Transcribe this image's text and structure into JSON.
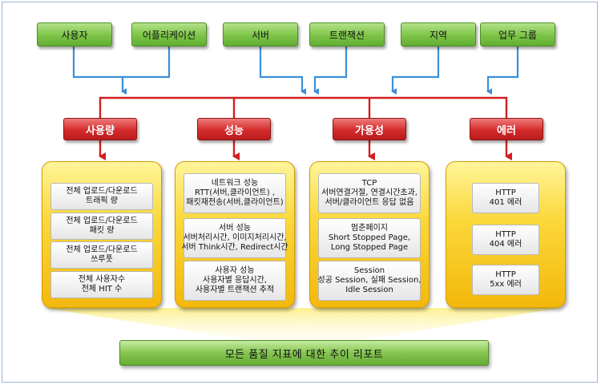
{
  "dimensions": [
    "사용자",
    "어플리케이션",
    "서버",
    "트랜잭션",
    "지역",
    "업무 그룹"
  ],
  "categories": [
    {
      "label": "사용량",
      "cards": [
        [
          "전체 업로드/다운로드",
          "트래픽 량"
        ],
        [
          "전체 업로드/다운로드",
          "패킷 량"
        ],
        [
          "전체 업로드/다운로드",
          "쓰루풋"
        ],
        [
          "전체 사용자수",
          "전체 HIT 수"
        ]
      ]
    },
    {
      "label": "성능",
      "cards": [
        [
          "네트워크 성능",
          "RTT(서버,클라이언트) ,",
          "패킷재전송(서버,클라이언트)"
        ],
        [
          "서버 성능",
          "서버처리시간, 이미지처리시간,",
          "서버 Think시간, Redirect시간"
        ],
        [
          "사용자 성능",
          "사용자별 응답시간,",
          "사용자별 트랜잭션 추적"
        ]
      ]
    },
    {
      "label": "가용성",
      "cards": [
        [
          "TCP",
          "서버연결거절, 연결시간초과,",
          "서버/클라이언트 응답 없음"
        ],
        [
          "멈춘페이지",
          "Short Stopped Page,",
          "Long Stopped Page"
        ],
        [
          "Session",
          "성공 Session, 실패 Session,",
          "Idle Session"
        ]
      ]
    },
    {
      "label": "에러",
      "cards": [
        [
          "HTTP",
          "401 에러"
        ],
        [
          "HTTP",
          "404 에러"
        ],
        [
          "HTTP",
          "5xx 에러"
        ]
      ]
    }
  ],
  "summary": "모든 품질 지표에 대한 추이 리포트",
  "colors": {
    "dimension_green": "#7cc447",
    "category_red": "#d42b2b",
    "panel_yellow": "#fbd83a",
    "connector_blue": "#3a8fd9",
    "connector_red": "#d21f1f"
  }
}
